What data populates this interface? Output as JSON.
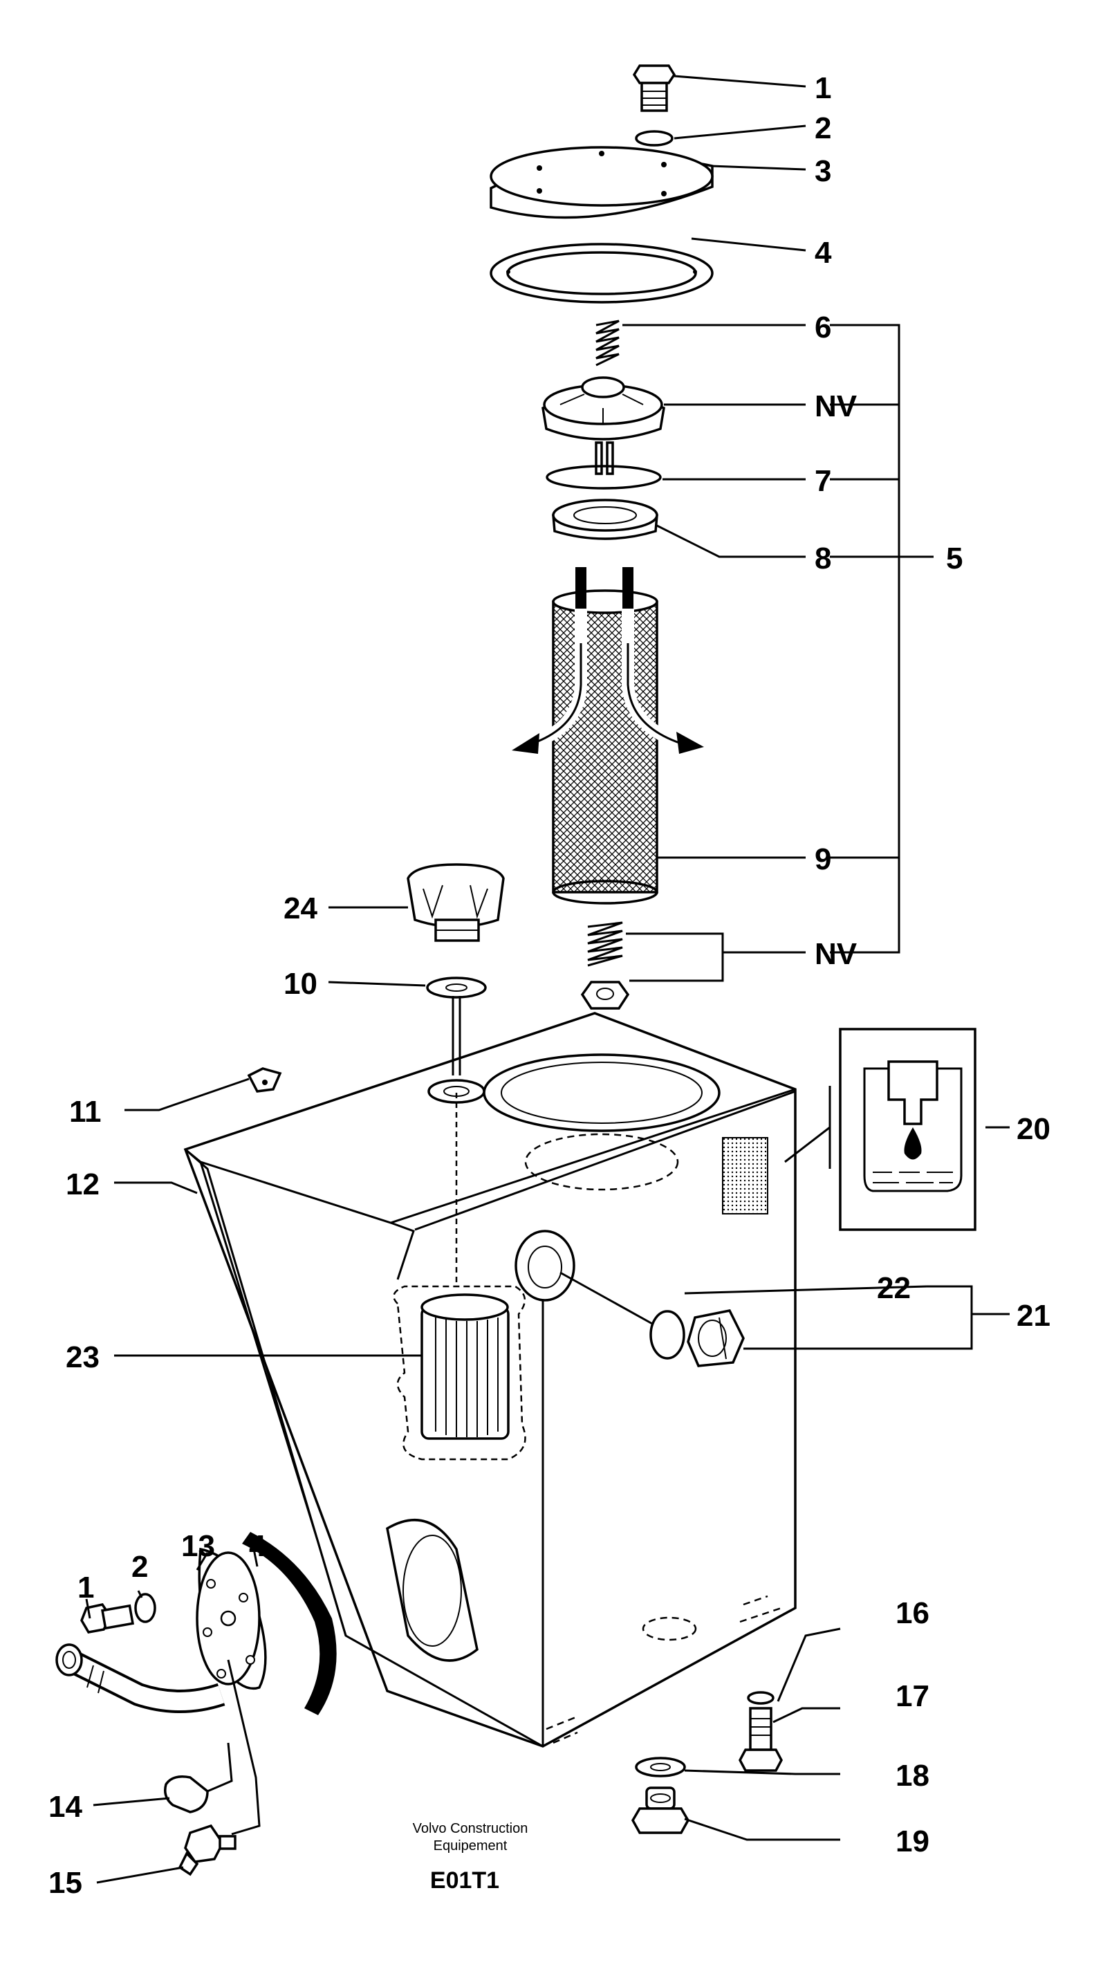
{
  "labels": {
    "l1": "1",
    "l2": "2",
    "l3": "3",
    "l4": "4",
    "l6": "6",
    "nv1": "NV",
    "l7": "7",
    "l8": "8",
    "l5": "5",
    "l9": "9",
    "l24": "24",
    "nv2": "NV",
    "l10": "10",
    "l11": "11",
    "l12": "12",
    "l20": "20",
    "l22": "22",
    "l21": "21",
    "l23": "23",
    "l4b": "4",
    "l13": "13",
    "l2b": "2",
    "l1b": "1",
    "l16": "16",
    "l17": "17",
    "l18": "18",
    "l19": "19",
    "l14": "14",
    "l15": "15"
  },
  "caption": {
    "line1": "Volvo Construction",
    "line2": "Equipement",
    "code": "E01T1"
  }
}
